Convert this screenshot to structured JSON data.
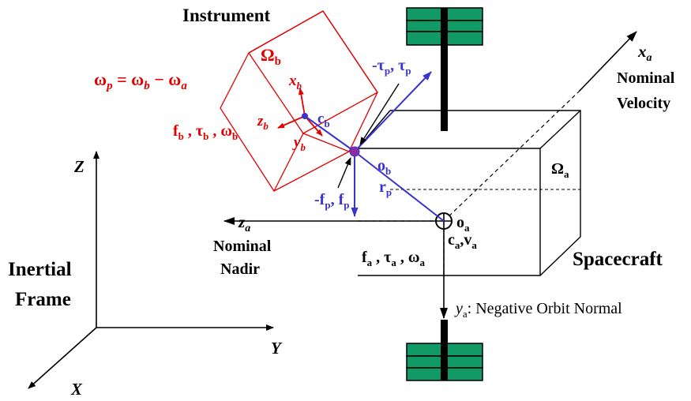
{
  "colors": {
    "red": "#e10000",
    "blue": "#3a33cc",
    "panel_green": "#119966",
    "black": "#000000"
  },
  "labels": {
    "instrument": "Instrument",
    "omega_b": "Ω",
    "omega_b_sub": "b",
    "omega_eq_lhs": "ω",
    "omega_eq_lhs_sub": "p",
    "omega_eq_mid": " = ω",
    "omega_eq_mid_sub": "b",
    "omega_eq_rhs": " − ω",
    "omega_eq_rhs_sub": "a",
    "xb": "x",
    "xb_sub": "b",
    "zb": "z",
    "zb_sub": "b",
    "yb": "y",
    "yb_sub": "b",
    "cb": "c",
    "cb_sub": "b",
    "fb_group": "f",
    "fb_group_sub1": "b",
    "fb_group_mid1": " , τ",
    "fb_group_sub2": "b",
    "fb_group_mid2": " , ω",
    "fb_group_sub3": "b",
    "tau_p": "-τ",
    "tau_p_sub1": "p",
    "tau_p_mid": ",  τ",
    "tau_p_sub2": "p",
    "xa": "x",
    "xa_sub": "a",
    "nominal_velocity_1": "Nominal",
    "nominal_velocity_2": "Velocity",
    "omega_a": "Ω",
    "omega_a_sub": "a",
    "ob": "o",
    "ob_sub": "b",
    "rp": "r",
    "rp_sub": "p",
    "fp": "-f",
    "fp_sub1": "p",
    "fp_mid": ",  f",
    "fp_sub2": "p",
    "za": "z",
    "za_sub": "a",
    "nominal_nadir_1": "Nominal",
    "nominal_nadir_2": "Nadir",
    "oa": "o",
    "oa_sub": "a",
    "ca": "c",
    "ca_sub": "a",
    "va": ",v",
    "va_sub": "a",
    "fa_group": "f",
    "fa_group_sub1": "a",
    "fa_group_mid1": " , τ",
    "fa_group_sub2": "a",
    "fa_group_mid2": " , ω",
    "fa_group_sub3": "a",
    "spacecraft": "Spacecraft",
    "ya": "y",
    "ya_sub": "a",
    "ya_desc": ":  Negative Orbit Normal",
    "z_axis": "Z",
    "y_axis": "Y",
    "x_axis": "X",
    "inertial_1": "Inertial",
    "inertial_2": "Frame"
  }
}
